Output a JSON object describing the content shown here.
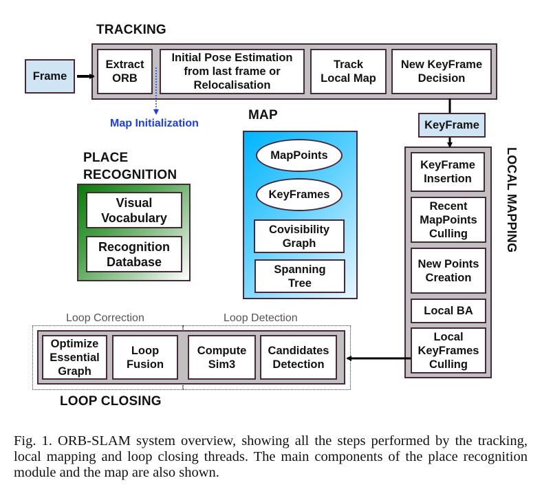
{
  "tracking": {
    "title": "TRACKING",
    "input": "Frame",
    "steps": [
      "Extract\nORB",
      "Initial Pose Estimation\nfrom last frame or\nRelocalisation",
      "Track\nLocal Map",
      "New KeyFrame\nDecision"
    ],
    "map_init_label": "Map Initialization"
  },
  "keyframe_label": "KeyFrame",
  "map": {
    "title": "MAP",
    "items": [
      "MapPoints",
      "KeyFrames",
      "Covisibility\nGraph",
      "Spanning\nTree"
    ]
  },
  "place_recognition": {
    "title": "PLACE\nRECOGNITION",
    "items": [
      "Visual\nVocabulary",
      "Recognition\nDatabase"
    ]
  },
  "local_mapping": {
    "title": "LOCAL MAPPING",
    "steps": [
      "KeyFrame\nInsertion",
      "Recent\nMapPoints\nCulling",
      "New Points\nCreation",
      "Local BA",
      "Local\nKeyFrames\nCulling"
    ]
  },
  "loop_closing": {
    "title": "LOOP CLOSING",
    "correction_label": "Loop Correction",
    "detection_label": "Loop Detection",
    "correction_steps": [
      "Optimize\nEssential\nGraph",
      "Loop\nFusion"
    ],
    "detection_steps": [
      "Compute\nSim3",
      "Candidates\nDetection"
    ]
  },
  "caption": "Fig. 1.  ORB-SLAM system overview, showing all the steps performed by the tracking, local mapping and loop closing threads. The main components of the place recognition module and the map are also shown.",
  "colors": {
    "frame_fill": "#cfe5f3",
    "thread_fill": "#c0c0c0",
    "border": "#4a2639",
    "map_init": "#1a3cff",
    "map_gradient_start": "#00b4ff",
    "place_gradient_start": "#0a7a0a"
  }
}
